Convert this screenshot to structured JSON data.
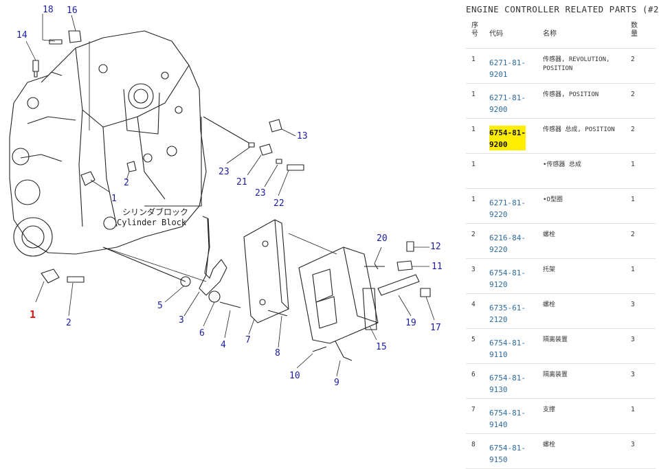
{
  "diagram": {
    "block_label_jp": "シリンダブロック",
    "block_label_en": "Cylinder Block",
    "callouts": [
      {
        "label": "18"
      },
      {
        "label": "16"
      },
      {
        "label": "14"
      },
      {
        "label": "13"
      },
      {
        "label": "23"
      },
      {
        "label": "21"
      },
      {
        "label": "23"
      },
      {
        "label": "22"
      },
      {
        "label": "2"
      },
      {
        "label": "1"
      },
      {
        "label": "20"
      },
      {
        "label": "12"
      },
      {
        "label": "11"
      },
      {
        "label": "5"
      },
      {
        "label": "3"
      },
      {
        "label": "6"
      },
      {
        "label": "4"
      },
      {
        "label": "7"
      },
      {
        "label": "8"
      },
      {
        "label": "15"
      },
      {
        "label": "19"
      },
      {
        "label": "17"
      },
      {
        "label": "10"
      },
      {
        "label": "9"
      },
      {
        "label": "1"
      },
      {
        "label": "2"
      }
    ]
  },
  "parts": {
    "title": "ENGINE CONTROLLER RELATED PARTS (#2",
    "headers": {
      "seq": "序号",
      "seq_a": "序",
      "seq_b": "号",
      "code": "代码",
      "name": "名称",
      "qty_a": "数",
      "qty_b": "量"
    },
    "highlight_color": "#ffee00",
    "rows": [
      {
        "seq": "1",
        "code_a": "6271-81-",
        "code_b": "9201",
        "name_a": "传感器, REVOLUTION,",
        "name_b": "POSITION",
        "qty": "2",
        "highlight": false
      },
      {
        "seq": "1",
        "code_a": "6271-81-",
        "code_b": "9200",
        "name_a": "传感器, POSITION",
        "name_b": "",
        "qty": "2",
        "highlight": false
      },
      {
        "seq": "1",
        "code_a": "6754-81-",
        "code_b": "9200",
        "name_a": "传感器 总成, POSITION",
        "name_b": "",
        "qty": "2",
        "highlight": true
      },
      {
        "seq": "1",
        "code_a": "",
        "code_b": "",
        "name_a": "•传感器 总成",
        "name_b": "",
        "qty": "1",
        "highlight": false
      },
      {
        "seq": "1",
        "code_a": "6271-81-",
        "code_b": "9220",
        "name_a": "•O型圈",
        "name_b": "",
        "qty": "1",
        "highlight": false
      },
      {
        "seq": "2",
        "code_a": "6216-84-",
        "code_b": "9220",
        "name_a": "螺栓",
        "name_b": "",
        "qty": "2",
        "highlight": false
      },
      {
        "seq": "3",
        "code_a": "6754-81-",
        "code_b": "9120",
        "name_a": "托架",
        "name_b": "",
        "qty": "1",
        "highlight": false
      },
      {
        "seq": "4",
        "code_a": "6735-61-",
        "code_b": "2120",
        "name_a": "螺栓",
        "name_b": "",
        "qty": "3",
        "highlight": false
      },
      {
        "seq": "5",
        "code_a": "6754-81-",
        "code_b": "9110",
        "name_a": "隔离装置",
        "name_b": "",
        "qty": "3",
        "highlight": false
      },
      {
        "seq": "6",
        "code_a": "6754-81-",
        "code_b": "9130",
        "name_a": "隔离装置",
        "name_b": "",
        "qty": "3",
        "highlight": false
      },
      {
        "seq": "7",
        "code_a": "6754-81-",
        "code_b": "9140",
        "name_a": "支撑",
        "name_b": "",
        "qty": "1",
        "highlight": false
      },
      {
        "seq": "8",
        "code_a": "6754-81-",
        "code_b": "9150",
        "name_a": "螺栓",
        "name_b": "",
        "qty": "3",
        "highlight": false
      }
    ]
  }
}
